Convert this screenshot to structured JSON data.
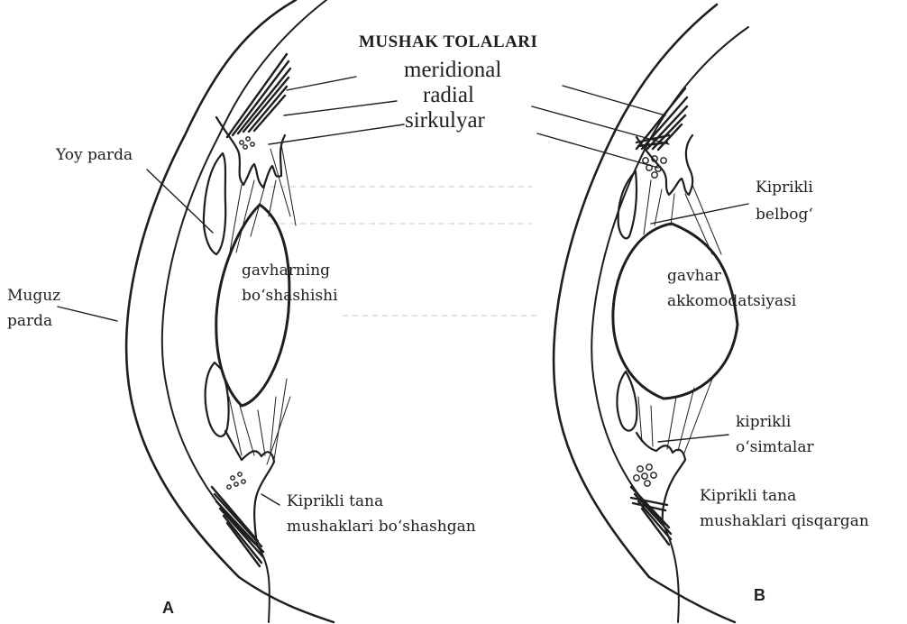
{
  "title": "MUSHAK TOLALARI",
  "muscle_fibers": [
    "meridional",
    "radial",
    "sirkulyar"
  ],
  "labels": {
    "yoy_parda": "Yoy parda",
    "muguz_line1": "Muguz",
    "muguz_line2": "parda",
    "gavharning_line1": "gavharning",
    "gavharning_line2": "bo‘shashishi",
    "tana_a_line1": "Kiprikli tana",
    "tana_a_line2": "mushaklari bo‘shashgan",
    "belbog_line1": "Kiprikli",
    "belbog_line2": "belbog‘",
    "gavhar_line1": "gavhar",
    "gavhar_line2": "akkomodatsiyasi",
    "osimta_line1": "kiprikli",
    "osimta_line2": "o‘simtalar",
    "tana_b_line1": "Kiprikli tana",
    "tana_b_line2": "mushaklari qisqargan"
  },
  "panels": {
    "a": "A",
    "b": "B"
  },
  "colors": {
    "ink": "#1e1e1e",
    "background": "#ffffff"
  }
}
